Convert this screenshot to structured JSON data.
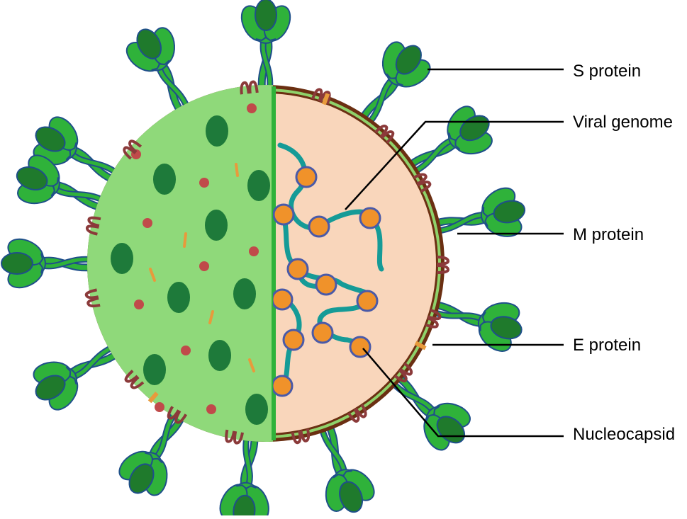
{
  "diagram": {
    "labels": {
      "s_protein": "S protein",
      "viral_genome": "Viral genome",
      "m_protein": "M protein",
      "e_protein": "E protein",
      "nucleocapsid": "Nucleocapsid"
    },
    "colors": {
      "envelope": "#6b2f12",
      "membrane": "#8fd26a",
      "interior_cut": "#8fd97a",
      "interior_inside": "#f9d6bb",
      "spike": "#2fb23a",
      "spike_dark": "#1f7a2c",
      "m_protein": "#8b3a3a",
      "e_protein": "#e89a3c",
      "genome": "#159b97",
      "nucleocapsid_fill": "#f0922a",
      "nucleocapsid_ring": "#4a5aa8",
      "dot_red": "#c04a4a",
      "dot_green": "#1e7a3a",
      "line": "#000000"
    }
  }
}
